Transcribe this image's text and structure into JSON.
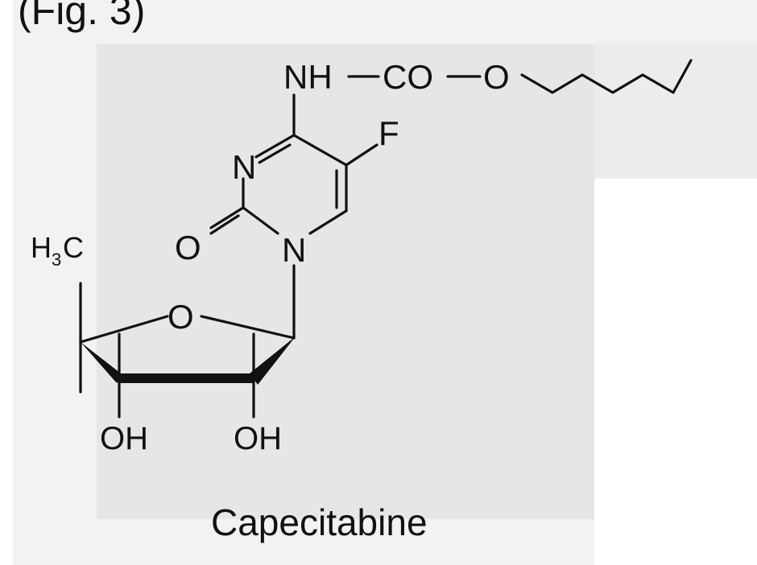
{
  "header_fragment": "(Fig. 3)",
  "labels": {
    "nh": "NH",
    "co": "CO",
    "o_ester": "O",
    "f": "F",
    "n_ring": "N",
    "n1": "N",
    "o_carbonyl": "O",
    "methyl": "H",
    "methyl_sub": "3",
    "methyl_c": "C",
    "o_sugar": "O",
    "oh_left": "OH",
    "oh_right": "OH"
  },
  "caption": "Capecitabine",
  "colors": {
    "ink": "#111111",
    "paper": "#f2f2f2",
    "ghost": "#cfcfcf"
  }
}
